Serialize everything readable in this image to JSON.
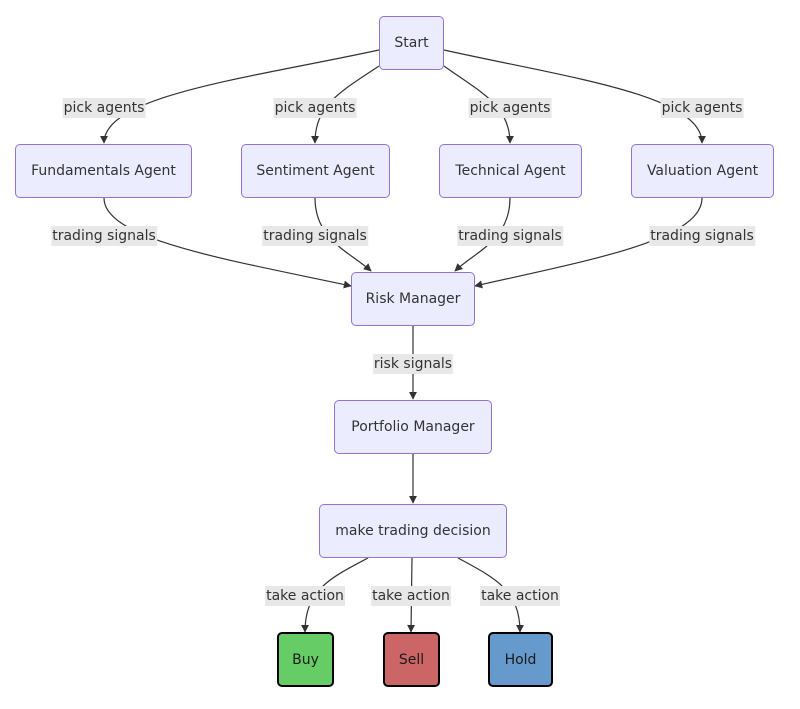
{
  "nodes": {
    "start": "Start",
    "fundamentals": "Fundamentals Agent",
    "sentiment": "Sentiment Agent",
    "technical": "Technical Agent",
    "valuation": "Valuation Agent",
    "risk": "Risk Manager",
    "portfolio": "Portfolio Manager",
    "decision": "make trading decision",
    "buy": "Buy",
    "sell": "Sell",
    "hold": "Hold"
  },
  "edge_labels": {
    "pick_agents": "pick agents",
    "trading_signals": "trading signals",
    "risk_signals": "risk signals",
    "take_action": "take action"
  },
  "colors": {
    "node_fill": "#ececff",
    "node_border": "#9370db",
    "edge": "#333333",
    "buy": "#66cc66",
    "sell": "#cc6666",
    "hold": "#6699cc"
  }
}
